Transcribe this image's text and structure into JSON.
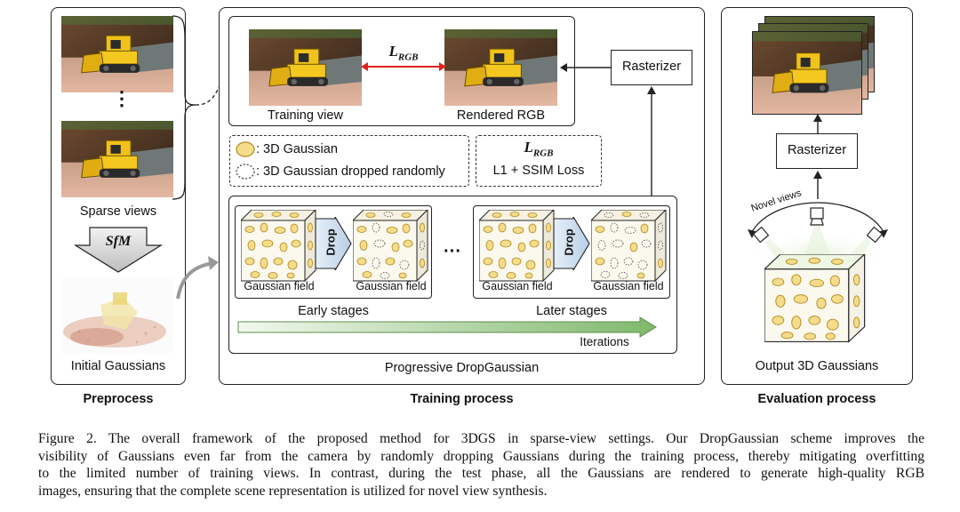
{
  "preprocess": {
    "views_label": "Sparse views",
    "sfm_label": "SfM",
    "initial_label": "Initial Gaussians",
    "section_title": "Preprocess"
  },
  "training": {
    "training_view_label": "Training view",
    "rendered_label": "Rendered RGB",
    "loss_symbol": "L",
    "loss_subscript": "RGB",
    "rasterizer_label": "Rasterizer",
    "legend_gaussian": ": 3D Gaussian",
    "legend_dropped": ": 3D Gaussian dropped randomly",
    "loss_desc": "L1 + SSIM Loss",
    "drop_label": "Drop",
    "field_label": "Gaussian field",
    "ellipsis": "···",
    "early_label": "Early stages",
    "later_label": "Later stages",
    "iterations_label": "Iterations",
    "progressive_label": "Progressive DropGaussian",
    "section_title": "Training process"
  },
  "evaluation": {
    "rasterizer_label": "Rasterizer",
    "novel_views_label": "Novel views",
    "output_label": "Output 3D Gaussians",
    "section_title": "Evaluation process"
  },
  "caption": {
    "line1": "Figure 2.   The overall framework of the proposed method for 3DGS in sparse-view settings. Our DropGaussian scheme improves the",
    "line2": "visibility of Gaussians even far from the camera by randomly dropping Gaussians during the training process, thereby mitigating overfitting",
    "line3": "to the limited number of training views. In contrast, during the test phase, all the Gaussians are rendered to generate high-quality RGB",
    "line4": "images, ensuring that the complete scene representation is utilized for novel view synthesis."
  },
  "colors": {
    "gaussian_fill": "#f4dc8a",
    "gaussian_stroke": "#b08a1e",
    "loss_arrow": "#e0231c",
    "iteration_arrow": "#8fc07f",
    "drop_arrow": "#cfe0f0"
  }
}
